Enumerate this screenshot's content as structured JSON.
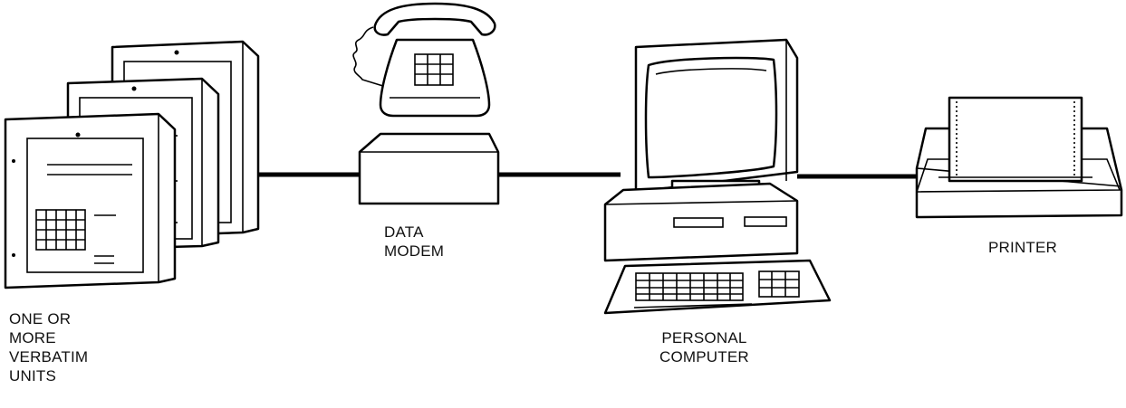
{
  "labels": {
    "verbatim_units": [
      "ONE OR",
      "MORE",
      "VERBATIM",
      "UNITS"
    ],
    "data_modem": [
      "DATA",
      "MODEM"
    ],
    "personal_computer": [
      "PERSONAL",
      "COMPUTER"
    ],
    "printer": [
      "PRINTER"
    ]
  },
  "colors": {
    "line": "#000000",
    "background": "#ffffff"
  }
}
